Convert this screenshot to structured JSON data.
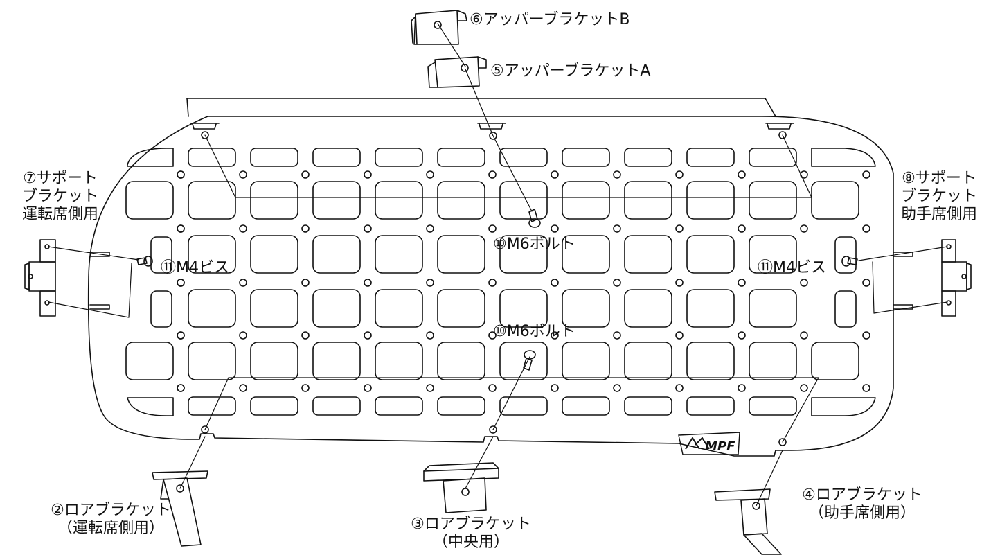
{
  "parts": {
    "upper_b": "⑥アッパーブラケットB",
    "upper_a": "⑤アッパーブラケットA",
    "support_left": [
      "⑦サポート",
      "ブラケット",
      "運転席側用"
    ],
    "support_right": [
      "⑧サポート",
      "ブラケット",
      "助手席側用"
    ],
    "bolt_upper": "⑩M6ボルト",
    "bolt_lower": "⑩M6ボルト",
    "screw_left": "⑪M4ビス",
    "screw_right": "⑪M4ビス",
    "lower_left": [
      "②ロアブラケット",
      "（運転席側用）"
    ],
    "lower_center": [
      "③ロアブラケット",
      "（中央用）"
    ],
    "lower_right": [
      "④ロアブラケット",
      "（助手席側用）"
    ]
  },
  "logo": {
    "text": "MPF"
  },
  "colors": {
    "stroke": "#111111",
    "background": "#ffffff"
  }
}
